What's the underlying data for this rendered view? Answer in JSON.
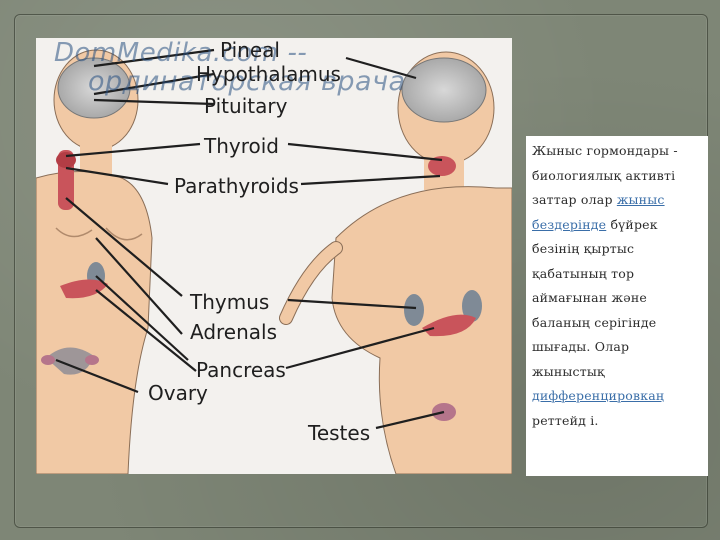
{
  "watermark": {
    "line1": "DomMedika.com --",
    "line2": "ординаторская врача"
  },
  "diagram": {
    "labels": {
      "pineal": "Pineal",
      "hypothalamus": "Hypothalamus",
      "pituitary": "Pituitary",
      "thyroid": "Thyroid",
      "parathyroids": "Parathyroids",
      "thymus": "Thymus",
      "adrenals": "Adrenals",
      "pancreas": "Pancreas",
      "ovary": "Ovary",
      "testes": "Testes"
    }
  },
  "text": {
    "part1": "Жыныс гормондары - биологиялық активті заттар олар ",
    "link1": "жыныс бездерінде",
    "part2": " бүйрек безінің қыртыс қабатының тор аймағынан және баланың серігінде шығады. Олар жыныстық ",
    "link2": "дифференцировкаң",
    "part3": " реттейд і."
  },
  "colors": {
    "slide_background": "#7e8676",
    "link": "#3a6ea8",
    "skin": "#f1c9a5",
    "gland": "#c9545b"
  }
}
